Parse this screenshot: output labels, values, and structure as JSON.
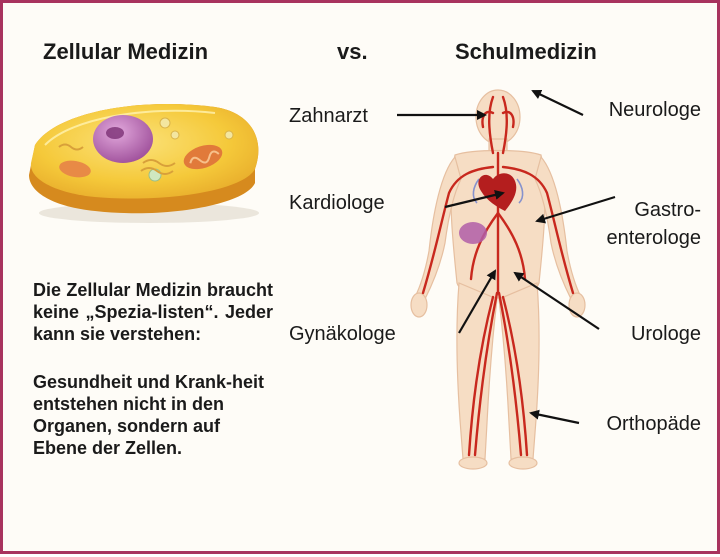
{
  "headings": {
    "left": "Zellular Medizin",
    "vs": "vs.",
    "right": "Schulmedizin"
  },
  "text": {
    "para1": "Die Zellular Medizin braucht keine „Spezia-listen“. Jeder kann sie verstehen:",
    "para2": "Gesundheit und Krank-heit entstehen nicht in den Organen, sondern auf Ebene der Zellen."
  },
  "labels": {
    "zahnarzt": "Zahnarzt",
    "kardiologe": "Kardiologe",
    "gynakologe": "Gynäkologe",
    "neurologe": "Neurologe",
    "gastro_line1": "Gastro-",
    "gastro_line2": "enterologe",
    "urologe": "Urologe",
    "orthopaede": "Orthopäde"
  },
  "colors": {
    "frame": "#a8335e",
    "skin": "#f6ddc4",
    "vessels": "#c8281e",
    "heart": "#b41e1e",
    "cell_body": "#f5c93a",
    "nucleus": "#c07ab8"
  },
  "icons": {
    "cell": "cell-illustration",
    "body": "human-circulatory-system-figure"
  }
}
